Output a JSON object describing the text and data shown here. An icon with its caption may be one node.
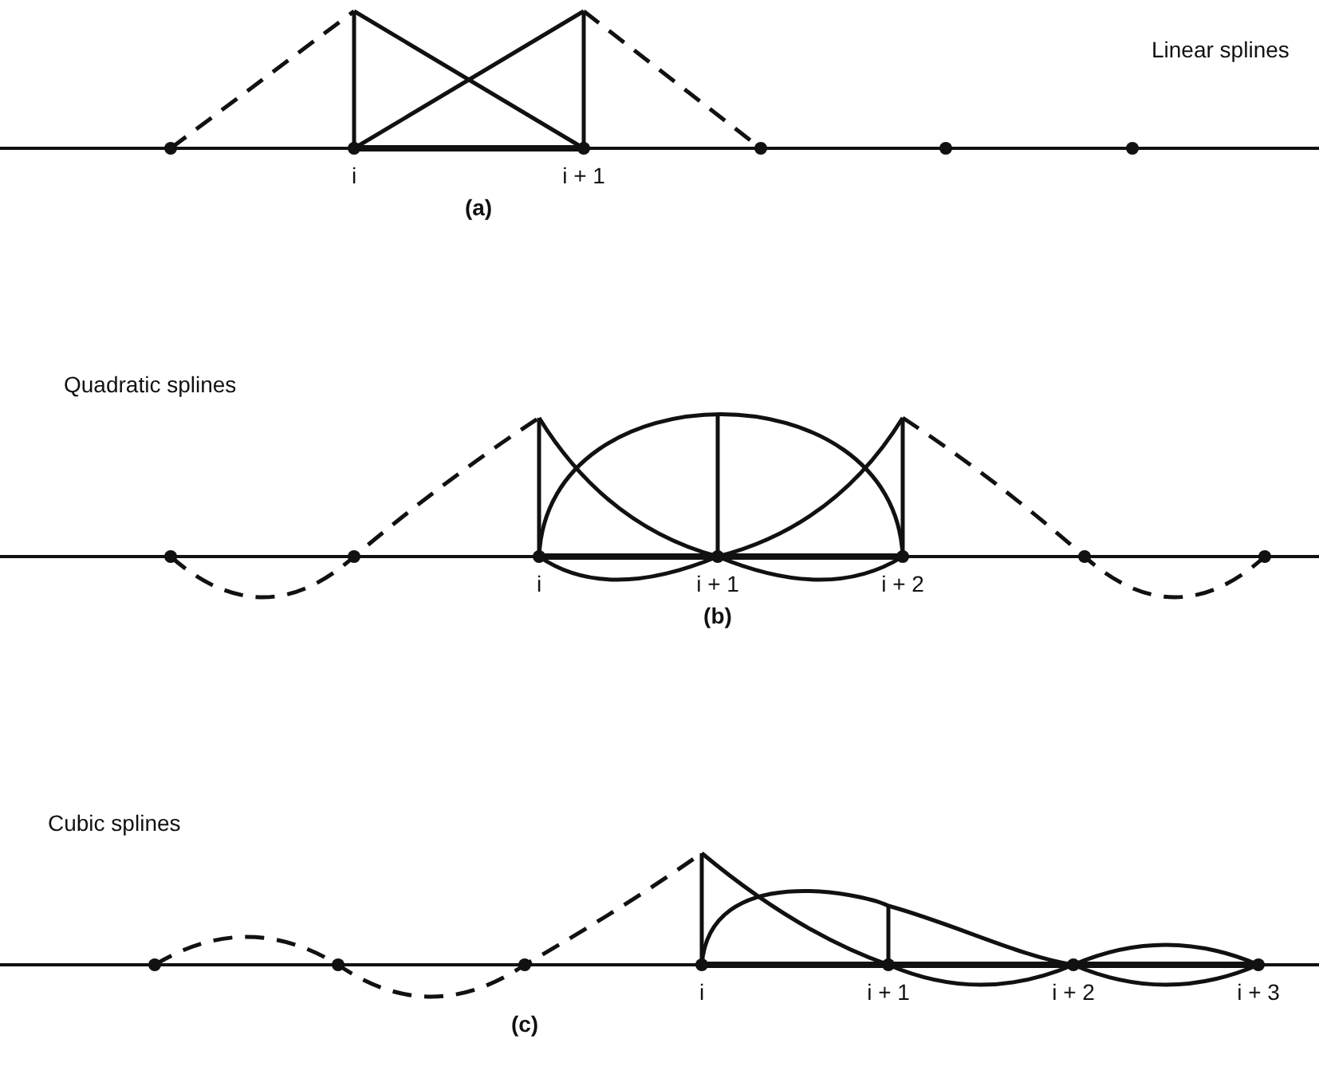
{
  "diagram": {
    "labels": [
      "Linear splines",
      "i",
      "i + 1",
      "(a)",
      "Quadratic splines",
      "i",
      "i + 1",
      "i + 2",
      "(b)",
      "Cubic splines",
      "i",
      "i + 1",
      "i + 2",
      "i + 3",
      "(c)"
    ]
  }
}
